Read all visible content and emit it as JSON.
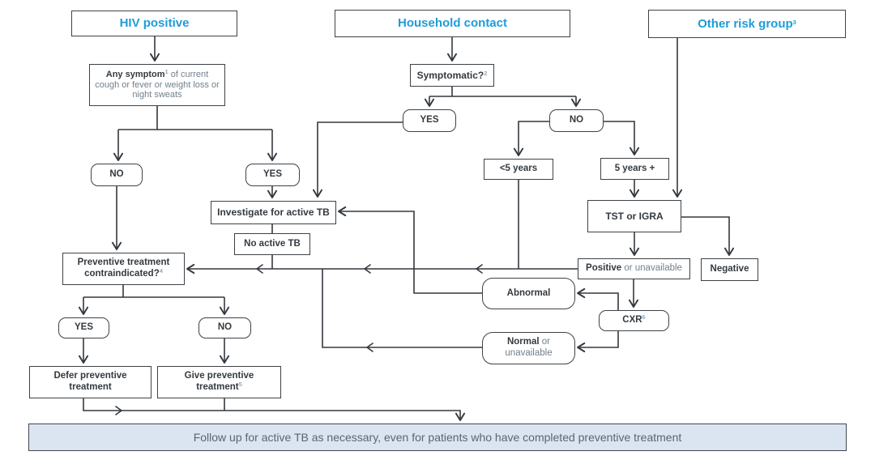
{
  "colors": {
    "accent_blue": "#1f9cd8",
    "footer_bar_bg": "#dbe5f2",
    "line": "#34393f"
  },
  "headers": {
    "hiv": "HIV positive",
    "household": "Household contact",
    "other": "Other risk group",
    "other_sup": "3"
  },
  "nodes": {
    "any_symptom": {
      "bold": "Any symptom",
      "sup": "1",
      "rest": " of current cough or fever or weight loss or night sweats"
    },
    "symptomatic": {
      "label": "Symptomatic?",
      "sup": "2"
    },
    "yes_household": "YES",
    "no_household": "NO",
    "under_5": "<5 years",
    "over_5": "5 years +",
    "tst_igra": "TST or IGRA",
    "no_hiv": "NO",
    "yes_hiv": "YES",
    "investigate": "Investigate for active TB",
    "no_active_tb": "No active TB",
    "contraindicated": {
      "line1": "Preventive treatment",
      "line2": "contraindicated?",
      "sup": "4"
    },
    "positive": {
      "bold": "Positive",
      "rest": " or unavailable"
    },
    "negative": "Negative",
    "abnormal": "Abnormal",
    "cxr": {
      "label": "CXR",
      "sup": "6"
    },
    "normal": {
      "bold": "Normal",
      "rest": " or unavailable"
    },
    "yes_contra": "YES",
    "no_contra": "NO",
    "defer": "Defer preventive treatment",
    "give": {
      "label": "Give preventive treatment",
      "sup": "5"
    }
  },
  "footer": {
    "label": "Follow up for active TB as necessary, even for patients who have completed preventive treatment"
  }
}
